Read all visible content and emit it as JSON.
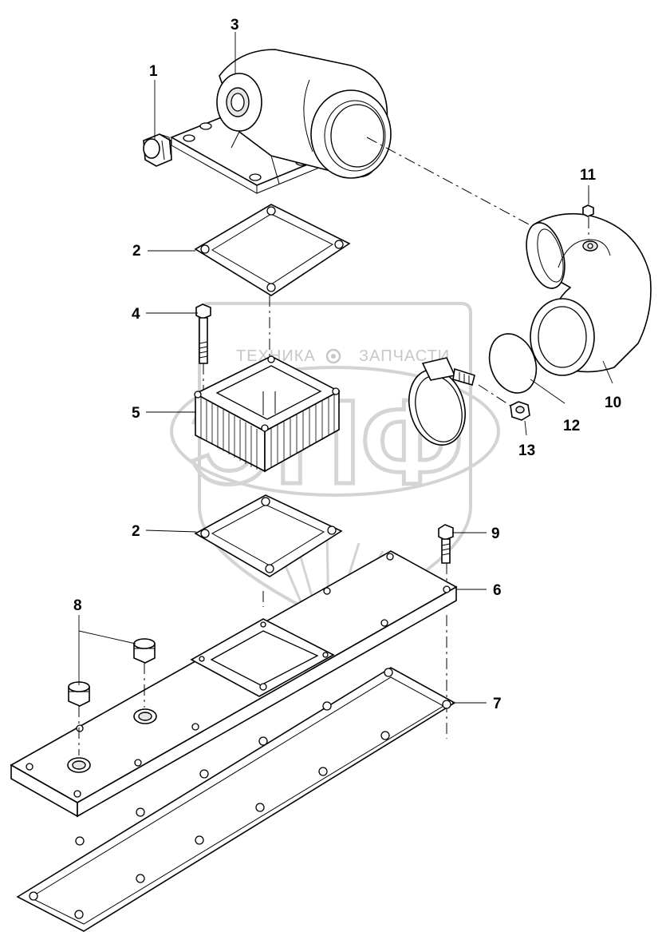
{
  "watermark": {
    "left_text": "ТЕХНИКА",
    "right_text": "ЗАПЧАСТИ",
    "logo_text": "ЭПФ",
    "gear_icon": "gear-icon"
  },
  "callouts": [
    {
      "id": "1",
      "label": "1"
    },
    {
      "id": "2a",
      "label": "2"
    },
    {
      "id": "2b",
      "label": "2"
    },
    {
      "id": "3",
      "label": "3"
    },
    {
      "id": "4",
      "label": "4"
    },
    {
      "id": "5",
      "label": "5"
    },
    {
      "id": "6",
      "label": "6"
    },
    {
      "id": "7",
      "label": "7"
    },
    {
      "id": "8",
      "label": "8"
    },
    {
      "id": "9",
      "label": "9"
    },
    {
      "id": "10",
      "label": "10"
    },
    {
      "id": "11",
      "label": "11"
    },
    {
      "id": "12",
      "label": "12"
    },
    {
      "id": "13",
      "label": "13"
    }
  ]
}
